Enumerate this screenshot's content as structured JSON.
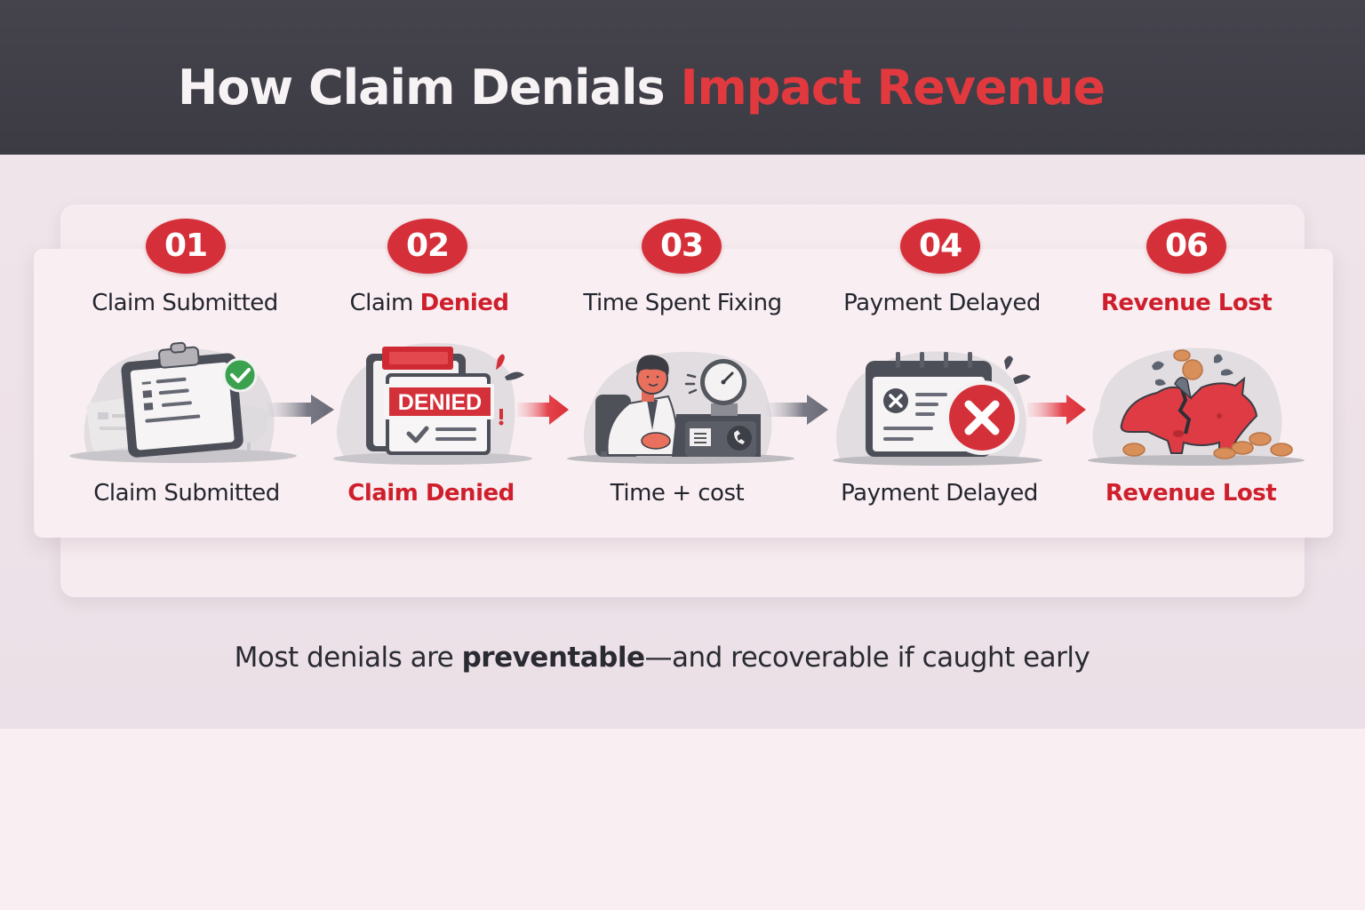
{
  "header": {
    "title_part1": "How Claim Denials ",
    "title_part2": "Impact Revenue"
  },
  "colors": {
    "header_bg": "#3f3e47",
    "accent_red": "#e2393f",
    "badge_red": "#d5303a",
    "text_dark": "#24252e",
    "background": "#efe4ea"
  },
  "steps": [
    {
      "number": "01",
      "title_plain": "Claim Submitted",
      "title_highlight": "",
      "caption": "Claim Submitted",
      "caption_highlight": false,
      "icon": "clipboard-check-icon"
    },
    {
      "number": "02",
      "title_plain": "Claim ",
      "title_highlight": "Denied",
      "caption": "Claim Denied",
      "caption_highlight": true,
      "icon": "denied-stamp-icon",
      "stamp_text": "DENIED"
    },
    {
      "number": "03",
      "title_plain": "Time Spent Fixing",
      "title_highlight": "",
      "caption": "Time + cost",
      "caption_highlight": false,
      "icon": "worker-clock-icon"
    },
    {
      "number": "04",
      "title_plain": "Payment Delayed",
      "title_highlight": "",
      "caption": "Payment Delayed",
      "caption_highlight": false,
      "icon": "calendar-x-icon"
    },
    {
      "number": "06",
      "title_plain": "",
      "title_highlight": "Revenue Lost",
      "caption": "Revenue Lost",
      "caption_highlight": true,
      "icon": "broken-piggy-bank-icon"
    }
  ],
  "arrows": [
    {
      "from": "01",
      "to": "02",
      "color": "gray"
    },
    {
      "from": "02",
      "to": "03",
      "color": "red"
    },
    {
      "from": "03",
      "to": "04",
      "color": "gray"
    },
    {
      "from": "04",
      "to": "06",
      "color": "red"
    }
  ],
  "footer": {
    "part1": "Most denials are ",
    "bold1": "preventable",
    "dash": "—",
    "bold2": "and recoverable",
    "part2": " if caught early"
  }
}
